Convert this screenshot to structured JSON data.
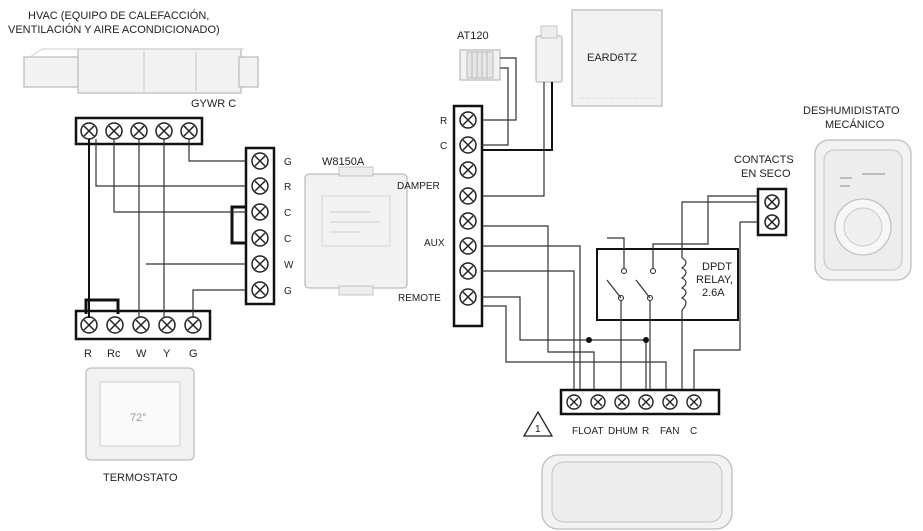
{
  "hvac": {
    "title_line1": "HVAC (EQUIPO DE CALEFACCIÓN,",
    "title_line2": "VENTILACIÓN Y AIRE ACONDICIONADO)"
  },
  "gywr": {
    "title": "GYWR C"
  },
  "thermostat_strip": {
    "terminals": [
      "R",
      "Rc",
      "W",
      "Y",
      "G"
    ]
  },
  "thermostat": {
    "label": "TERMOSTATO",
    "display": "72°"
  },
  "w8150a": {
    "label": "W8150A",
    "terminals": [
      "G",
      "R",
      "C",
      "C",
      "W",
      "G"
    ]
  },
  "at120": {
    "label": "AT120"
  },
  "eard6tz": {
    "label": "EARD6TZ",
    "terminals": [
      "R",
      "C",
      "DAMPER",
      "AUX",
      "REMOTE"
    ]
  },
  "contacts": {
    "line1": "CONTACTS",
    "line2": "EN SECO"
  },
  "relay": {
    "line1": "DPDT",
    "line2": "RELAY,",
    "line3": "2.6A"
  },
  "dehum_mech": {
    "line1": "DESHUMIDISTATO",
    "line2": "MECÁNICO"
  },
  "bottom_strip": {
    "terminals": [
      "FLOAT",
      "DHUM",
      "R",
      "FAN",
      "C"
    ],
    "note": "1"
  }
}
